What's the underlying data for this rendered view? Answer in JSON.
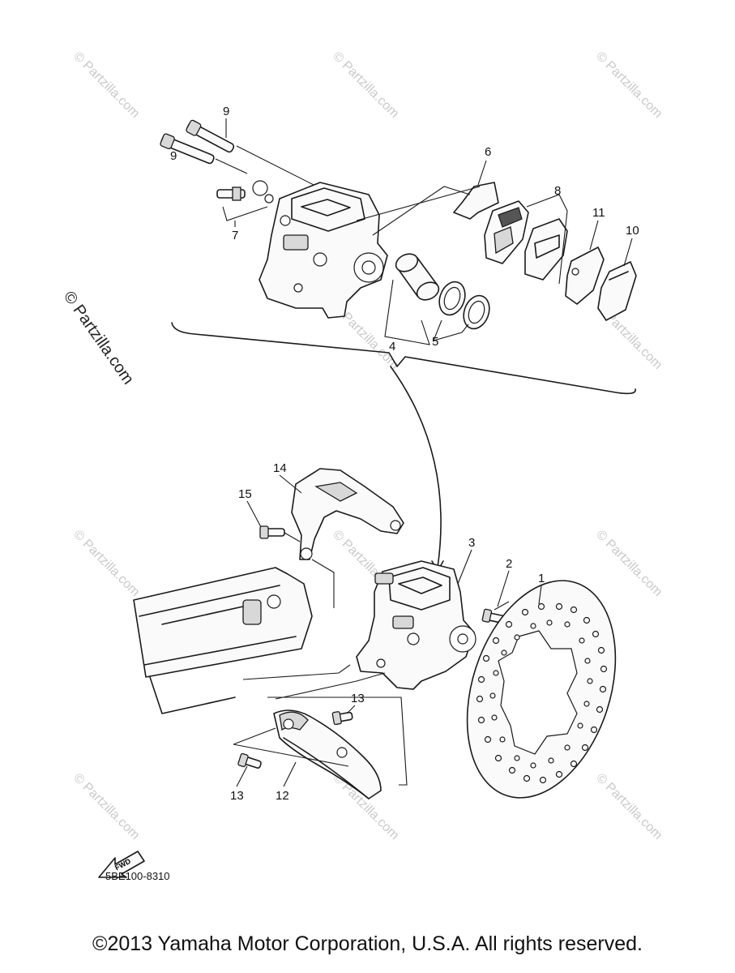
{
  "diagram": {
    "code": "5BE100-8310",
    "copyright": "©2013 Yamaha Motor Corporation, U.S.A. All rights reserved.",
    "fwd_label": "FWD",
    "watermark": "© Partzilla.com",
    "callouts": [
      "1",
      "2",
      "3",
      "4",
      "5",
      "6",
      "7",
      "8",
      "9",
      "9",
      "10",
      "11",
      "12",
      "13",
      "13",
      "14",
      "15"
    ]
  }
}
